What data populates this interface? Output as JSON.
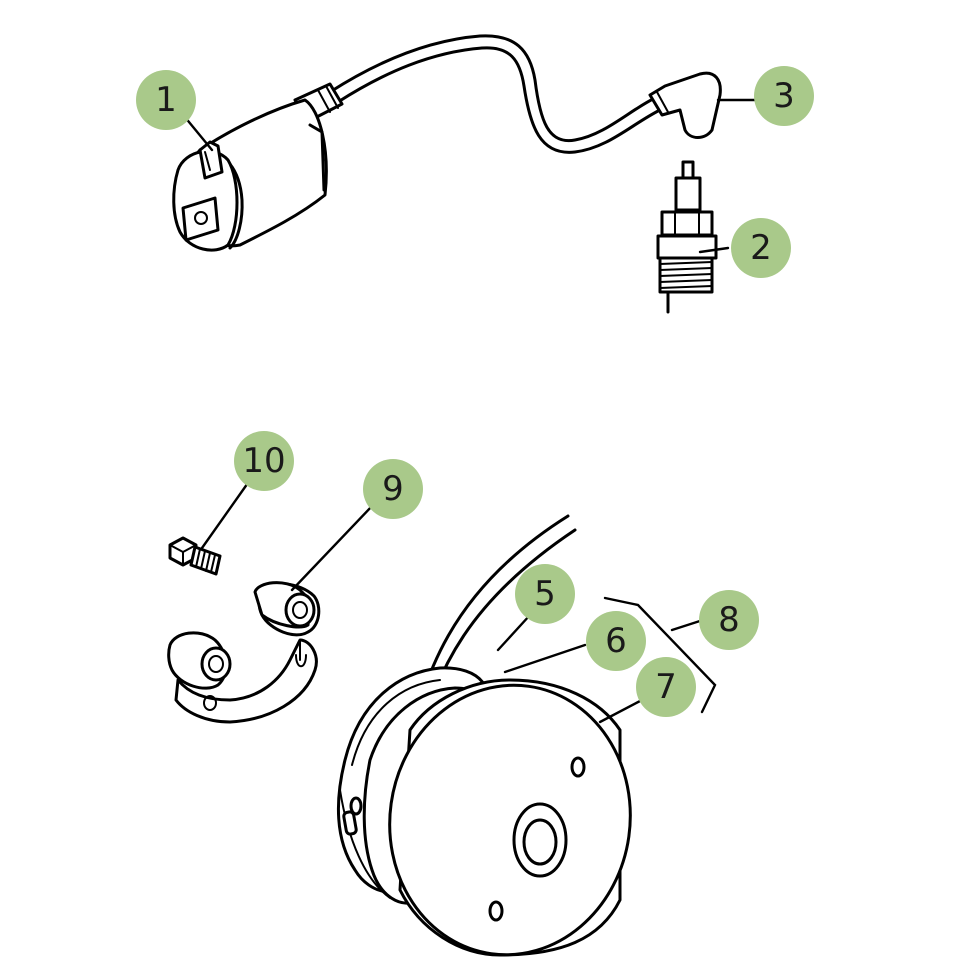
{
  "callouts": [
    {
      "id": "1",
      "label": "1"
    },
    {
      "id": "2",
      "label": "2"
    },
    {
      "id": "3",
      "label": "3"
    },
    {
      "id": "5",
      "label": "5"
    },
    {
      "id": "6",
      "label": "6"
    },
    {
      "id": "7",
      "label": "7"
    },
    {
      "id": "8",
      "label": "8"
    },
    {
      "id": "9",
      "label": "9"
    },
    {
      "id": "10",
      "label": "10"
    }
  ],
  "colors": {
    "callout_fill": "#a9c98a",
    "line": "#000000",
    "background": "#ffffff"
  }
}
